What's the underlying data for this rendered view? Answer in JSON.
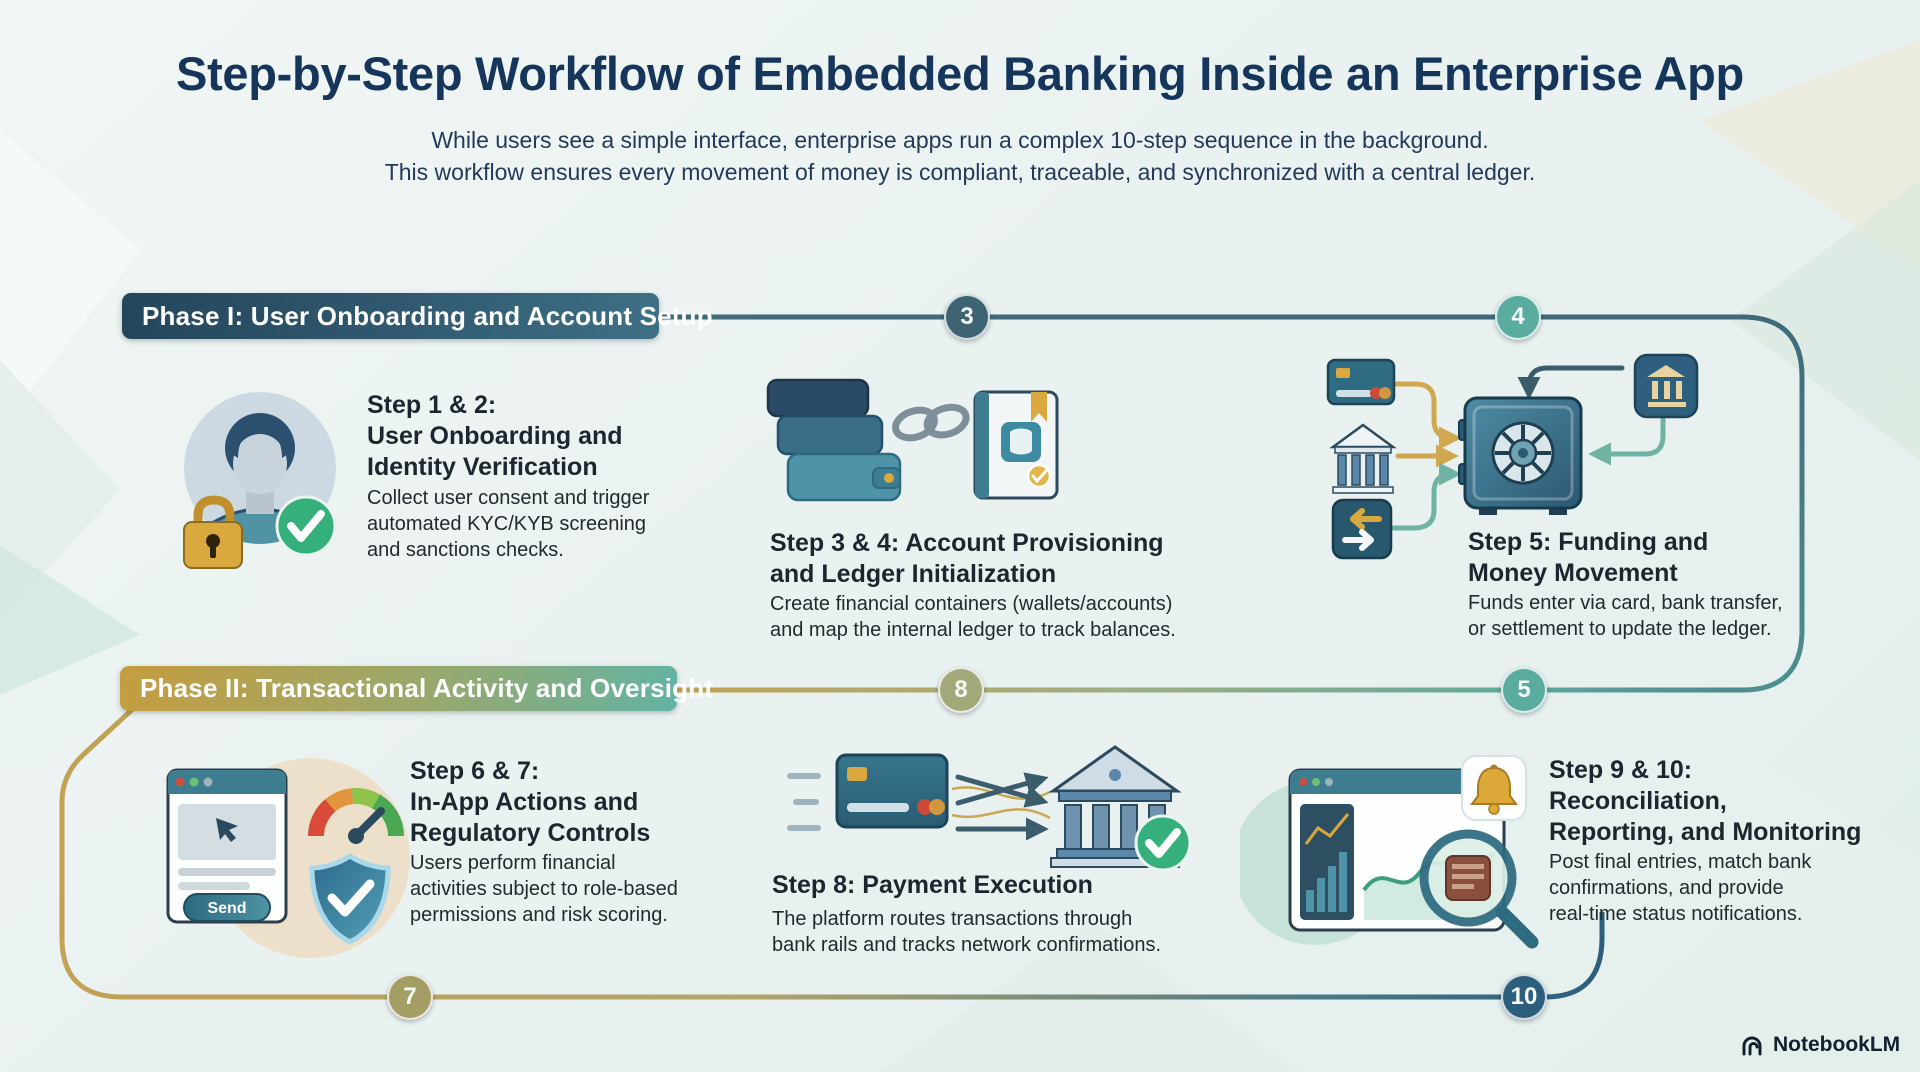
{
  "header": {
    "title": "Step-by-Step Workflow of Embedded Banking Inside an Enterprise App",
    "subtitle_line1": "While users see a simple interface, enterprise apps run a complex 10-step sequence in the background.",
    "subtitle_line2": "This workflow ensures every movement of money is compliant, traceable, and synchronized with a central ledger."
  },
  "phases": [
    {
      "label": "Phase I: User Onboarding and Account Setup"
    },
    {
      "label": "Phase II: Transactional Activity and Oversight"
    }
  ],
  "steps": [
    {
      "title": "Step 1 & 2:\nUser Onboarding and\nIdentity Verification",
      "body": "Collect user consent and trigger\nautomated KYC/KYB screening\nand sanctions checks."
    },
    {
      "title": "Step 3 & 4: Account Provisioning\nand Ledger Initialization",
      "body": "Create financial containers (wallets/accounts)\nand map the internal ledger to track balances."
    },
    {
      "title": "Step 5: Funding and\nMoney Movement",
      "body": "Funds enter via card, bank transfer,\nor settlement to update the ledger."
    },
    {
      "title": "Step 6 & 7:\nIn-App Actions and\nRegulatory Controls",
      "body": "Users perform financial\nactivities subject to role-based\npermissions and risk scoring."
    },
    {
      "title": "Step 8: Payment Execution",
      "body": "The platform routes transactions through\nbank rails and tracks network confirmations."
    },
    {
      "title": "Step 9 & 10:\nReconciliation,\nReporting, and Monitoring",
      "body": "Post final entries, match bank\nconfirmations, and provide\nreal-time status notifications."
    }
  ],
  "markers": [
    "3",
    "4",
    "5",
    "8",
    "7",
    "10"
  ],
  "browser_mock": {
    "send_label": "Send"
  },
  "watermark": {
    "label": "NotebookLM"
  },
  "colors": {
    "title_navy": "#16355b",
    "phase1_gradient_start": "#24465c",
    "phase1_gradient_end": "#3e7085",
    "phase2_gradient_start": "#c59d3f",
    "phase2_gradient_end": "#62b3a4",
    "line_dark_teal": "#3e6a79",
    "line_gold": "#c2a254",
    "line_teal": "#5fa99c",
    "marker_3": "#3e6473",
    "marker_4": "#5aaca0",
    "marker_5": "#5aaca0",
    "marker_8": "#a3a878",
    "marker_7": "#a49d66",
    "marker_10": "#2c5e7d",
    "check_green": "#35b07d",
    "accent_gold": "#d9a93f"
  }
}
